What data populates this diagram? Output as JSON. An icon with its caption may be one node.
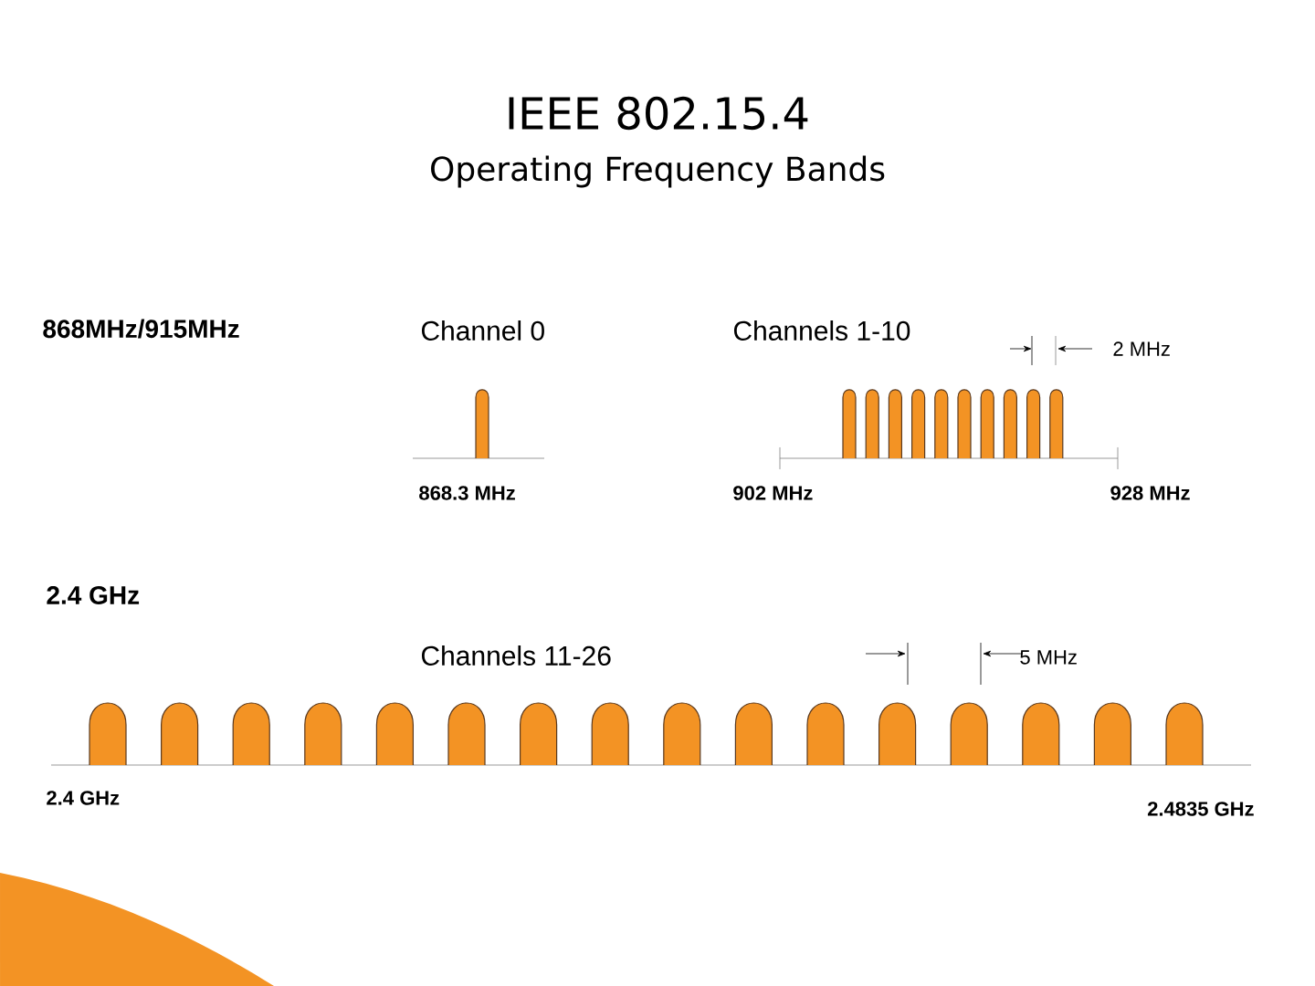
{
  "diagram": {
    "title": "IEEE 802.15.4",
    "labels": [
      "Operating  Frequency Bands",
      "868MHz/915MHz",
      "Channel 0",
      "Channels 1-10",
      "2 MHz",
      "868.3 MHz",
      "902 MHz",
      "928 MHz",
      "2.4 GHz",
      "Channels 11-26",
      "5 MHz",
      "2.4 GHz",
      "2.4835 GHz"
    ]
  }
}
